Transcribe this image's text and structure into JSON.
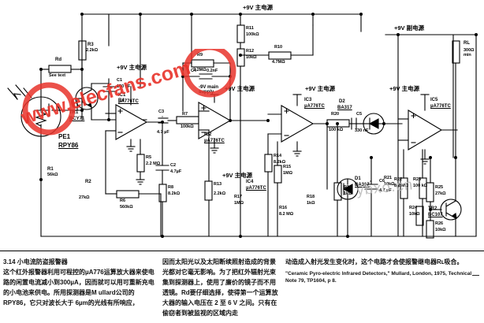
{
  "document": {
    "title": "3.14 小电流防盗报警器",
    "domain_note": "infrared-burglar-alarm-schematic"
  },
  "power_rails": [
    {
      "id": "rail-main-top",
      "label": "+9V 主电源"
    },
    {
      "id": "rail-aux-top",
      "label": "+9V 副电源"
    },
    {
      "id": "rail-main-2",
      "label": "+9V 主电源"
    },
    {
      "id": "rail-main-3",
      "label": "+9V 主电源"
    },
    {
      "id": "rail-main-4",
      "label": "+9V 主电源"
    },
    {
      "id": "rail-main-5",
      "label": "+9V 主电源"
    },
    {
      "id": "rail-main-6",
      "label": "+9V 主电源"
    },
    {
      "id": "rail-neg-supply",
      "label": "-9V main\nsupply"
    }
  ],
  "components": {
    "detector": {
      "ref": "PE1",
      "value": "RPY86",
      "kind": "pyroelectric-detector"
    },
    "transistors": [
      {
        "ref": "TR1",
        "value": "BCY71",
        "kind": "pnp"
      },
      {
        "ref": "TR2",
        "value": "BC107",
        "kind": "npn"
      }
    ],
    "ics": [
      {
        "ref": "IC1",
        "value": "µA776TC"
      },
      {
        "ref": "IC2",
        "value": "µA776TC"
      },
      {
        "ref": "IC3",
        "value": "µA776TC"
      },
      {
        "ref": "IC4",
        "value": "µA776TC"
      },
      {
        "ref": "IC5",
        "value": "µA776TC"
      }
    ],
    "diodes": [
      {
        "ref": "D1",
        "value": "BA317"
      },
      {
        "ref": "D2",
        "value": "BA317"
      }
    ],
    "resistors": [
      {
        "ref": "Rd",
        "value": "See text"
      },
      {
        "ref": "R1",
        "value": "56kΩ"
      },
      {
        "ref": "R2",
        "value": "27kΩ"
      },
      {
        "ref": "R3",
        "value": "2.2kΩ"
      },
      {
        "ref": "R4",
        "value": "10kΩ"
      },
      {
        "ref": "R5",
        "value": "2.2 MΩ"
      },
      {
        "ref": "R6",
        "value": "560kΩ"
      },
      {
        "ref": "R7",
        "value": "100kΩ"
      },
      {
        "ref": "R8",
        "value": "8.2kΩ"
      },
      {
        "ref": "R9",
        "value": "2.2MΩ"
      },
      {
        "ref": "R10",
        "value": "4.7MΩ"
      },
      {
        "ref": "R11",
        "value": "100kΩ"
      },
      {
        "ref": "R12",
        "value": "10kΩ"
      },
      {
        "ref": "R13",
        "value": "2.2kΩ"
      },
      {
        "ref": "R14",
        "value": "8.2kΩ"
      },
      {
        "ref": "R15",
        "value": "1MΩ"
      },
      {
        "ref": "R16",
        "value": "8.2 MΩ"
      },
      {
        "ref": "R17",
        "value": "1MΩ"
      },
      {
        "ref": "R18",
        "value": "1kΩ"
      },
      {
        "ref": "R19",
        "value": "1kΩ"
      },
      {
        "ref": "R20",
        "value": "100 kΩ"
      },
      {
        "ref": "R21",
        "value": "10kΩ"
      },
      {
        "ref": "R22",
        "value": "8.2 MΩ"
      },
      {
        "ref": "R23",
        "value": "100 kΩ"
      },
      {
        "ref": "R24",
        "value": "10kΩ"
      },
      {
        "ref": "R25",
        "value": "27kΩ"
      },
      {
        "ref": "R26",
        "value": "10kΩ"
      },
      {
        "ref": "RL",
        "value": "300Ω\nmin"
      }
    ],
    "capacitors": [
      {
        "ref": "C1",
        "value": "150 nF"
      },
      {
        "ref": "C2",
        "value": "4.7µF"
      },
      {
        "ref": "C3",
        "value": "4.7 µF"
      },
      {
        "ref": "C4",
        "value": "0.2nF"
      },
      {
        "ref": "C5",
        "value": "330 nF"
      },
      {
        "ref": "C6",
        "value": "4.7 µF"
      }
    ]
  },
  "body_text": {
    "col1_heading": "3.14  小电流防盗报警器",
    "col1": "这个红外报警器利用可程控的µA776运算放大器来使电路的闲置电流减小到300µA，因而就可以用可重新充电的小电池来供电。所用探测器是M ullard公司的RPY86，它只对波长大于 6µm的光线有所响应，",
    "col2": "因而太阳光以及太阳断续照射造成的背景光都对它毫无影响。为了把红外辐射光束集到探测器上，使用了廉价的镜子而不用透镜。Rd要仔细选择，使得第一个运算放大器的输入电压在 2 至 6 V 之间。只有在偷窃者到被监视的区域内走",
    "col3": "动造成入射光发生变化时，这个电路才会使报警继电器Rʟ吸合。",
    "reference": "\"Ceramic Pyro-electric Infrared Detectors,\" Mullard, London, 1975, Technical Note 79, TP1604, p 8."
  },
  "watermarks": {
    "red": "www.elecfans.com",
    "gray": "ybxo.cn"
  }
}
